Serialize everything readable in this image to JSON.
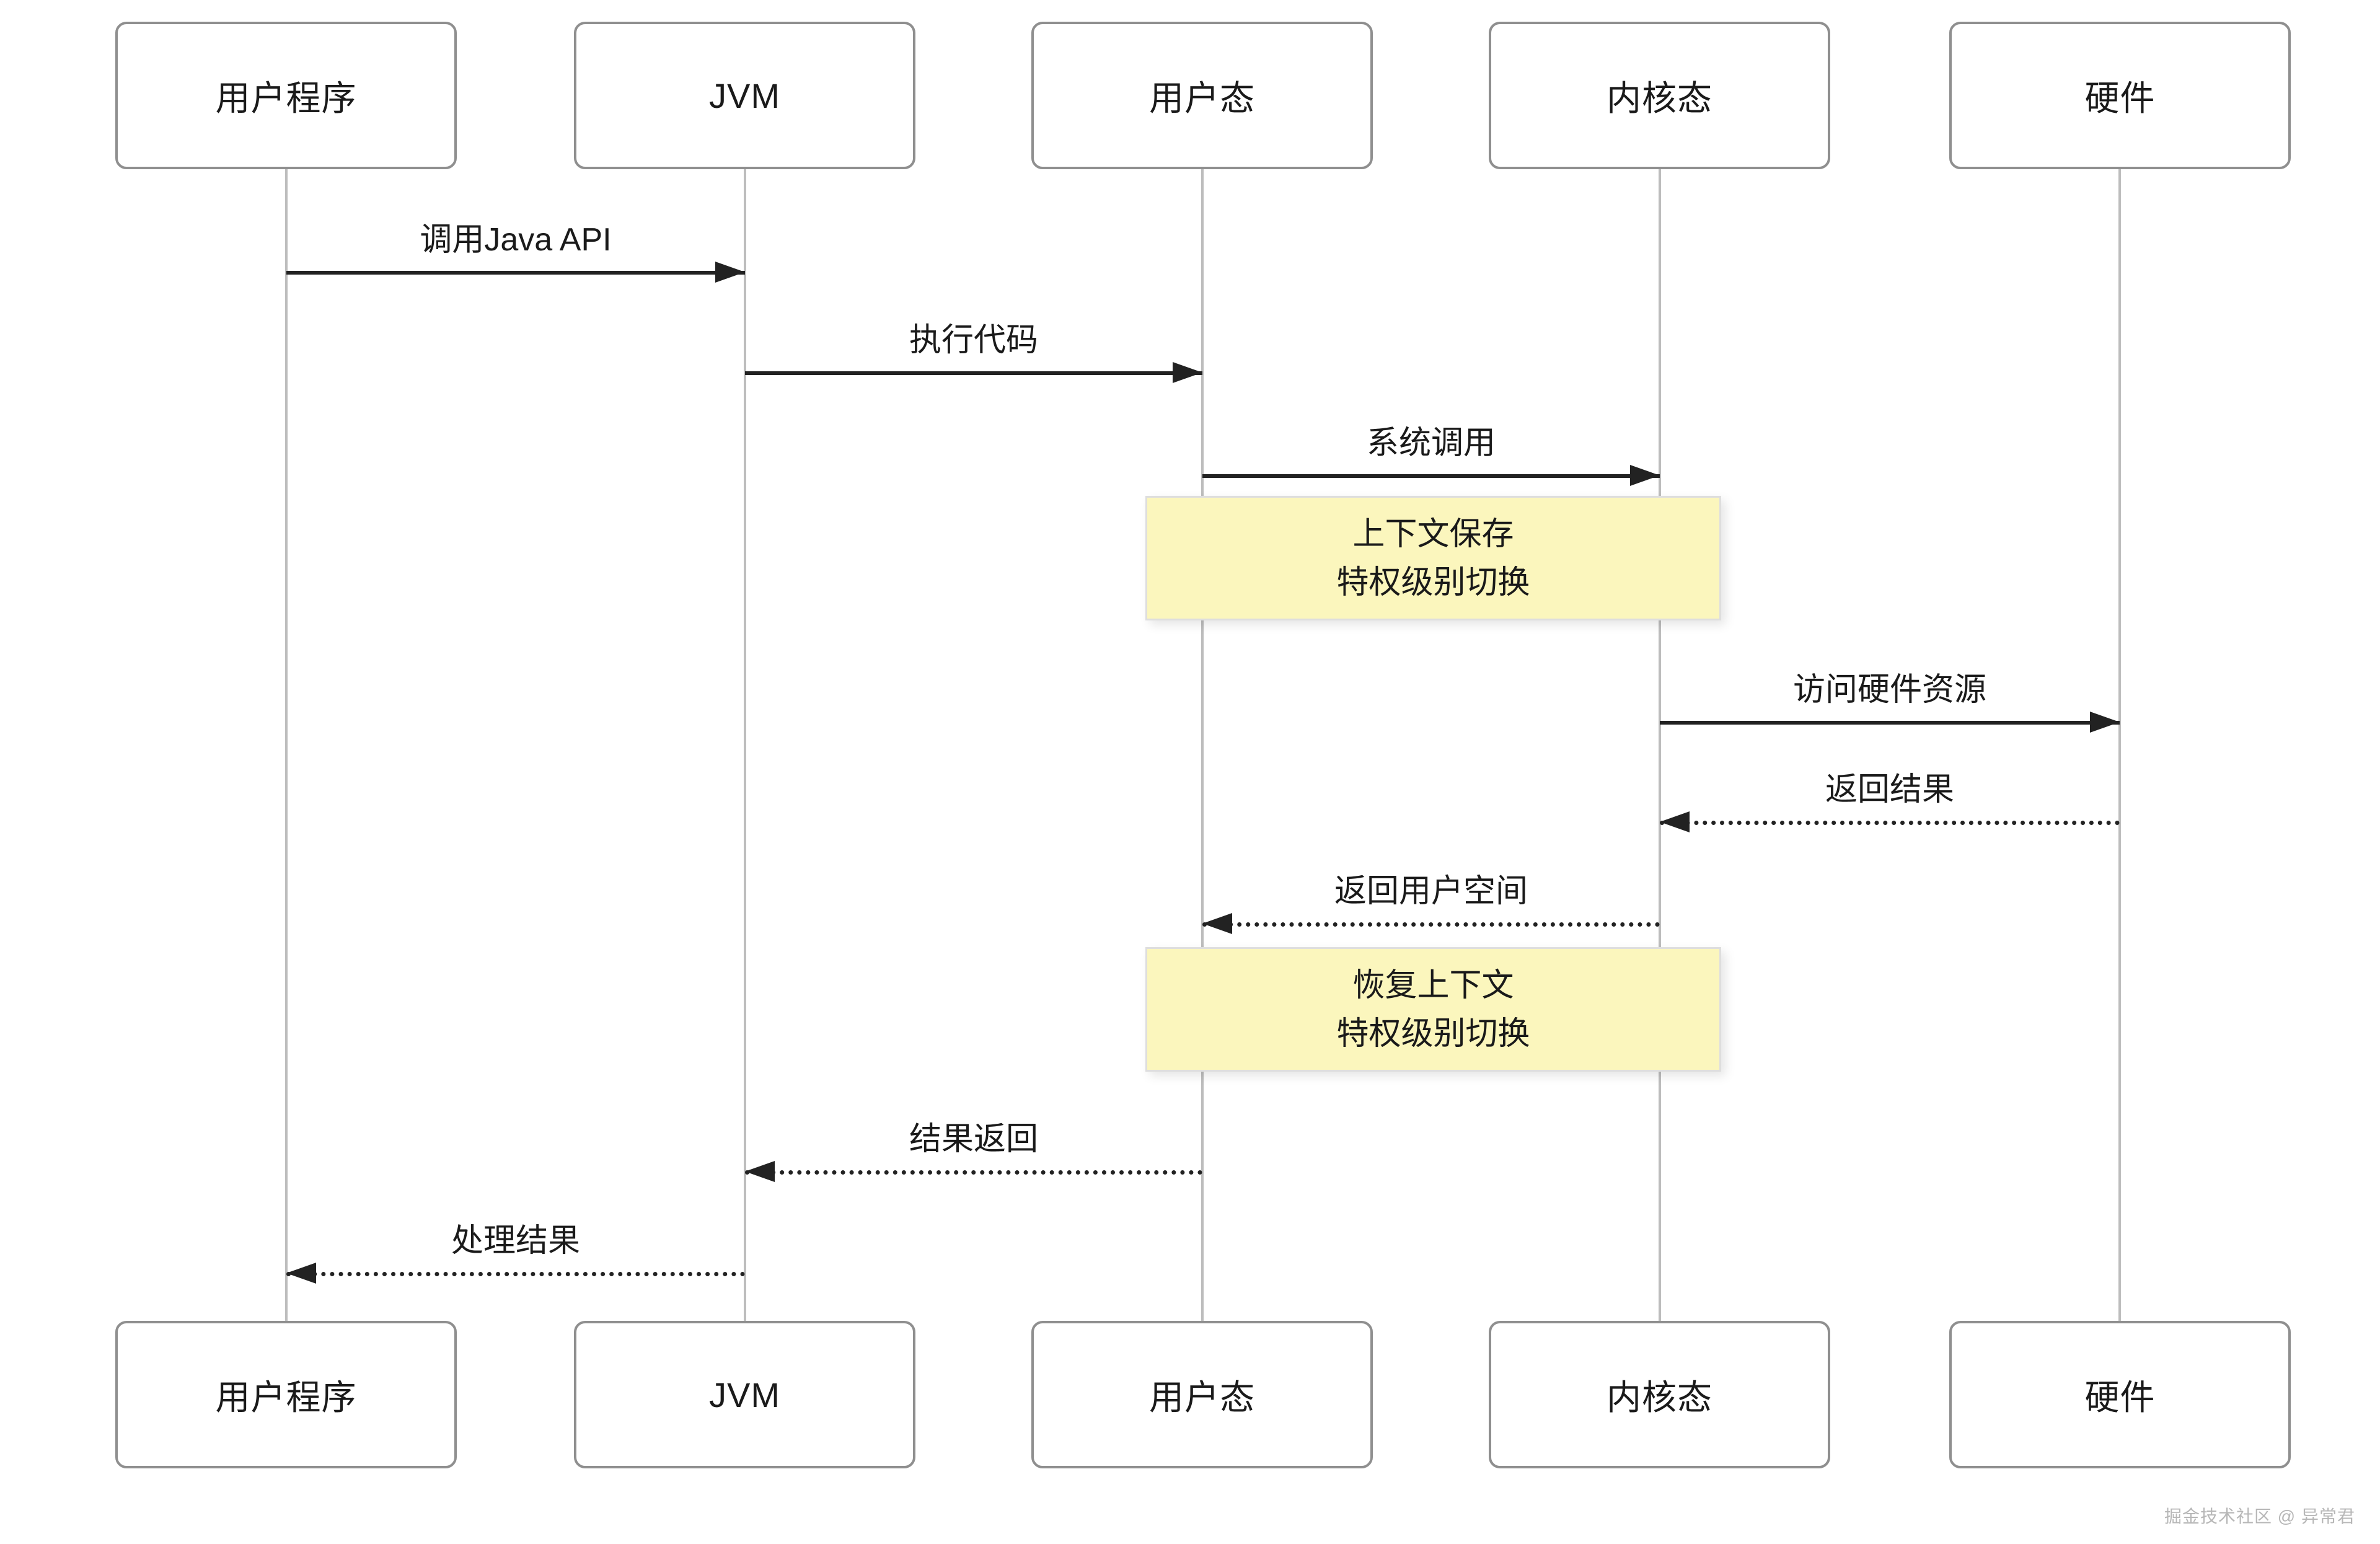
{
  "diagram": {
    "type": "sequence",
    "participants": [
      {
        "id": "user-program",
        "label": "用户程序"
      },
      {
        "id": "jvm",
        "label": "JVM"
      },
      {
        "id": "user-mode",
        "label": "用户态"
      },
      {
        "id": "kernel-mode",
        "label": "内核态"
      },
      {
        "id": "hardware",
        "label": "硬件"
      }
    ],
    "messages": [
      {
        "label": "调用Java API",
        "from": "用户程序",
        "to": "JVM",
        "line": "solid"
      },
      {
        "label": "执行代码",
        "from": "JVM",
        "to": "用户态",
        "line": "solid"
      },
      {
        "label": "系统调用",
        "from": "用户态",
        "to": "内核态",
        "line": "solid"
      },
      {
        "label": "访问硬件资源",
        "from": "内核态",
        "to": "硬件",
        "line": "solid"
      },
      {
        "label": "返回结果",
        "from": "硬件",
        "to": "内核态",
        "line": "dotted"
      },
      {
        "label": "返回用户空间",
        "from": "内核态",
        "to": "用户态",
        "line": "dotted"
      },
      {
        "label": "结果返回",
        "from": "用户态",
        "to": "JVM",
        "line": "dotted"
      },
      {
        "label": "处理结果",
        "from": "JVM",
        "to": "用户程序",
        "line": "dotted"
      }
    ],
    "notes": [
      {
        "line1": "上下文保存",
        "line2": "特权级别切换",
        "over": [
          "用户态",
          "内核态"
        ]
      },
      {
        "line1": "恢复上下文",
        "line2": "特权级别切换",
        "over": [
          "用户态",
          "内核态"
        ]
      }
    ],
    "colors": {
      "note_bg": "#FBF6BD",
      "box_border": "#8F8F8F",
      "lifeline": "#BDBDBD",
      "arrow": "#222222",
      "text": "#1A1A1A"
    }
  },
  "footer": {
    "watermark": "掘金技术社区 @ 异常君"
  }
}
